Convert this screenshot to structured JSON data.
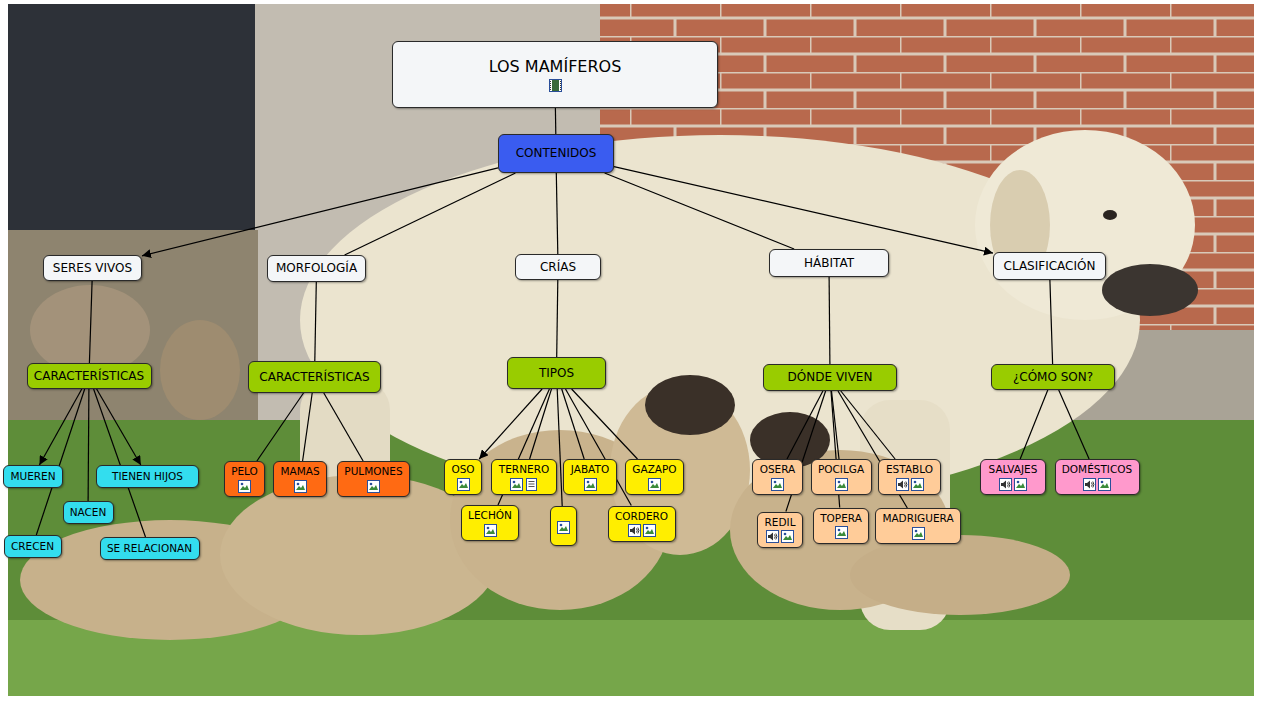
{
  "diagram": {
    "nodes": [
      {
        "text": [
          "LOS MAMÍFEROS"
        ]
      },
      {
        "text": [
          "CONTENIDOS"
        ]
      },
      {
        "text": [
          "SERES VIVOS"
        ]
      },
      {
        "text": [
          "MORFOLOGÍA"
        ]
      },
      {
        "text": [
          "CRÍAS"
        ]
      },
      {
        "text": [
          "HÁBITAT"
        ]
      },
      {
        "text": [
          "CLASIFICACIÓN"
        ]
      },
      {
        "text": [
          "CARACTERÍSTICAS"
        ]
      },
      {
        "text": [
          "CARACTERÍSTICAS"
        ]
      },
      {
        "text": [
          "TIPOS"
        ]
      },
      {
        "text": [
          "DÓNDE VIVEN"
        ]
      },
      {
        "text": [
          "¿CÓMO SON?"
        ]
      },
      {
        "text": [
          "MUEREN"
        ]
      },
      {
        "text": [
          "TIENEN HIJOS"
        ]
      },
      {
        "text": [
          "NACEN"
        ]
      },
      {
        "text": [
          "CRECEN"
        ]
      },
      {
        "text": [
          "SE RELACIONAN"
        ]
      },
      {
        "text": [
          "PELO"
        ]
      },
      {
        "text": [
          "MAMAS"
        ]
      },
      {
        "text": [
          "PULMONES"
        ]
      },
      {
        "text": [
          "OSO"
        ]
      },
      {
        "text": [
          "TERNERO"
        ]
      },
      {
        "text": [
          "JABATO"
        ]
      },
      {
        "text": [
          "GAZAPO"
        ]
      },
      {
        "text": [
          "LECHÓN"
        ]
      },
      {
        "text": []
      },
      {
        "text": [
          "CORDERO"
        ]
      },
      {
        "text": [
          "OSERA"
        ]
      },
      {
        "text": [
          "POCILGA"
        ]
      },
      {
        "text": [
          "ESTABLO"
        ]
      },
      {
        "text": [
          "REDIL"
        ]
      },
      {
        "text": [
          "TOPERA"
        ]
      },
      {
        "text": [
          "MADRIGUERA"
        ]
      },
      {
        "text": [
          "SALVAJES"
        ]
      },
      {
        "text": [
          "DOMÉSTICOS"
        ]
      }
    ],
    "edges": [
      {
        "from": 0,
        "to": 1,
        "arrow": "none"
      },
      {
        "from": 1,
        "to": 2,
        "arrow": "to"
      },
      {
        "from": 1,
        "to": 3,
        "arrow": "none"
      },
      {
        "from": 1,
        "to": 4,
        "arrow": "none"
      },
      {
        "from": 1,
        "to": 5,
        "arrow": "none"
      },
      {
        "from": 1,
        "to": 6,
        "arrow": "to"
      },
      {
        "from": 2,
        "to": 7,
        "arrow": "none"
      },
      {
        "from": 3,
        "to": 8,
        "arrow": "none"
      },
      {
        "from": 4,
        "to": 9,
        "arrow": "none"
      },
      {
        "from": 5,
        "to": 10,
        "arrow": "none"
      },
      {
        "from": 6,
        "to": 11,
        "arrow": "none"
      },
      {
        "from": 7,
        "to": 12,
        "arrow": "to"
      },
      {
        "from": 7,
        "to": 13,
        "arrow": "to"
      },
      {
        "from": 7,
        "to": 14,
        "arrow": "none"
      },
      {
        "from": 7,
        "to": 15,
        "arrow": "none"
      },
      {
        "from": 7,
        "to": 16,
        "arrow": "none"
      },
      {
        "from": 8,
        "to": 17,
        "arrow": "none"
      },
      {
        "from": 8,
        "to": 18,
        "arrow": "none"
      },
      {
        "from": 8,
        "to": 19,
        "arrow": "none"
      },
      {
        "from": 9,
        "to": 20,
        "arrow": "to"
      },
      {
        "from": 9,
        "to": 21,
        "arrow": "none"
      },
      {
        "from": 9,
        "to": 22,
        "arrow": "none"
      },
      {
        "from": 9,
        "to": 23,
        "arrow": "none"
      },
      {
        "from": 9,
        "to": 24,
        "arrow": "none"
      },
      {
        "from": 9,
        "to": 25,
        "arrow": "none"
      },
      {
        "from": 9,
        "to": 26,
        "arrow": "none"
      },
      {
        "from": 10,
        "to": 27,
        "arrow": "none"
      },
      {
        "from": 10,
        "to": 28,
        "arrow": "none"
      },
      {
        "from": 10,
        "to": 29,
        "arrow": "none"
      },
      {
        "from": 10,
        "to": 30,
        "arrow": "none"
      },
      {
        "from": 10,
        "to": 31,
        "arrow": "none"
      },
      {
        "from": 10,
        "to": 32,
        "arrow": "none"
      },
      {
        "from": 11,
        "to": 33,
        "arrow": "none"
      },
      {
        "from": 11,
        "to": 34,
        "arrow": "none"
      }
    ]
  }
}
